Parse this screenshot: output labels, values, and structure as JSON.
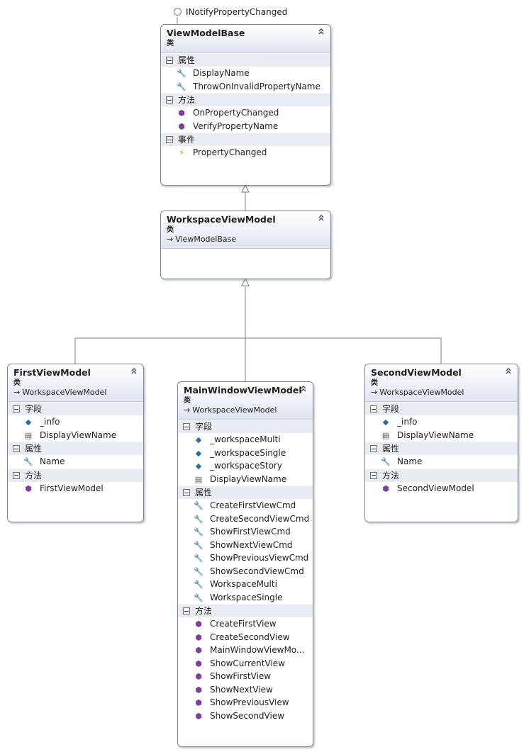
{
  "interface_label": "INotifyPropertyChanged",
  "colors": {
    "border": "#7d8798",
    "section_bg": "#eaecf4",
    "method_icon": "#7b3f9e",
    "field_icon": "#2a6fa8",
    "event_icon": "#d7892a"
  },
  "classes": {
    "view_model_base": {
      "name": "ViewModelBase",
      "kind": "类",
      "sections": [
        {
          "title": "属性",
          "members": [
            {
              "name": "DisplayName",
              "icon": "wrench-icon"
            },
            {
              "name": "ThrowOnInvalidPropertyName",
              "icon": "wrench-star-icon"
            }
          ]
        },
        {
          "title": "方法",
          "members": [
            {
              "name": "OnPropertyChanged",
              "icon": "method-star-icon"
            },
            {
              "name": "VerifyPropertyName",
              "icon": "method-icon"
            }
          ]
        },
        {
          "title": "事件",
          "members": [
            {
              "name": "PropertyChanged",
              "icon": "event-bolt-icon"
            }
          ]
        }
      ]
    },
    "workspace_view_model": {
      "name": "WorkspaceViewModel",
      "kind": "类",
      "base": "ViewModelBase"
    },
    "first_view_model": {
      "name": "FirstViewModel",
      "kind": "类",
      "base": "WorkspaceViewModel",
      "sections": [
        {
          "title": "字段",
          "members": [
            {
              "name": "_info",
              "icon": "field-lock-icon"
            },
            {
              "name": "DisplayViewName",
              "icon": "constant-icon"
            }
          ]
        },
        {
          "title": "属性",
          "members": [
            {
              "name": "Name",
              "icon": "wrench-icon"
            }
          ]
        },
        {
          "title": "方法",
          "members": [
            {
              "name": "FirstViewModel",
              "icon": "method-icon"
            }
          ]
        }
      ]
    },
    "main_window_view_model": {
      "name": "MainWindowViewModel",
      "kind": "类",
      "base": "WorkspaceViewModel",
      "sections": [
        {
          "title": "字段",
          "members": [
            {
              "name": "_workspaceMulti",
              "icon": "field-lock-icon"
            },
            {
              "name": "_workspaceSingle",
              "icon": "field-lock-icon"
            },
            {
              "name": "_workspaceStory",
              "icon": "field-lock-icon"
            },
            {
              "name": "DisplayViewName",
              "icon": "constant-icon"
            }
          ]
        },
        {
          "title": "属性",
          "members": [
            {
              "name": "CreateFirstViewCmd",
              "icon": "wrench-icon"
            },
            {
              "name": "CreateSecondViewCmd",
              "icon": "wrench-icon"
            },
            {
              "name": "ShowFirstViewCmd",
              "icon": "wrench-icon"
            },
            {
              "name": "ShowNextViewCmd",
              "icon": "wrench-icon"
            },
            {
              "name": "ShowPreviousViewCmd",
              "icon": "wrench-icon"
            },
            {
              "name": "ShowSecondViewCmd",
              "icon": "wrench-icon"
            },
            {
              "name": "WorkspaceMulti",
              "icon": "wrench-icon"
            },
            {
              "name": "WorkspaceSingle",
              "icon": "wrench-icon"
            }
          ]
        },
        {
          "title": "方法",
          "members": [
            {
              "name": "CreateFirstView",
              "icon": "method-lock-icon"
            },
            {
              "name": "CreateSecondView",
              "icon": "method-lock-icon"
            },
            {
              "name": "MainWindowViewMo...",
              "icon": "method-icon"
            },
            {
              "name": "ShowCurrentView",
              "icon": "method-lock-icon"
            },
            {
              "name": "ShowFirstView",
              "icon": "method-lock-icon"
            },
            {
              "name": "ShowNextView",
              "icon": "method-lock-icon"
            },
            {
              "name": "ShowPreviousView",
              "icon": "method-lock-icon"
            },
            {
              "name": "ShowSecondView",
              "icon": "method-lock-icon"
            }
          ]
        }
      ]
    },
    "second_view_model": {
      "name": "SecondViewModel",
      "kind": "类",
      "base": "WorkspaceViewModel",
      "sections": [
        {
          "title": "字段",
          "members": [
            {
              "name": "_info",
              "icon": "field-lock-icon"
            },
            {
              "name": "DisplayViewName",
              "icon": "constant-icon"
            }
          ]
        },
        {
          "title": "属性",
          "members": [
            {
              "name": "Name",
              "icon": "wrench-icon"
            }
          ]
        },
        {
          "title": "方法",
          "members": [
            {
              "name": "SecondViewModel",
              "icon": "method-icon"
            }
          ]
        }
      ]
    }
  }
}
